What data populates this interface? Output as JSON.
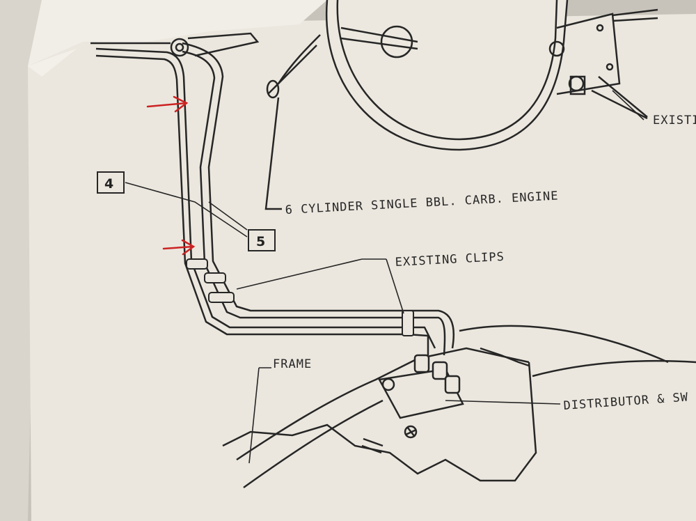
{
  "labels": {
    "engine": "6 CYLINDER SINGLE BBL. CARB. ENGINE",
    "clips": "EXISTING CLIPS",
    "frame": "FRAME",
    "distributor": "DISTRIBUTOR & SW",
    "existing_top": "EXISTI"
  },
  "callouts": {
    "line4": "4",
    "line5": "5"
  },
  "colors": {
    "paper": "#ebe7de",
    "ink": "#262626",
    "arrow": "#cc2222"
  }
}
